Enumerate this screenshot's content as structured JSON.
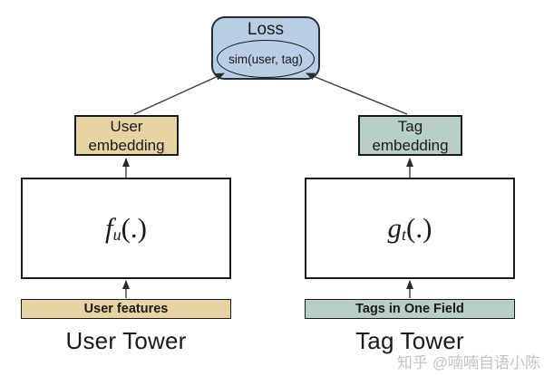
{
  "colors": {
    "loss_fill": "#b9cde4",
    "loss_border": "#242e38",
    "tan_fill": "#e8d3a3",
    "green_fill": "#b8cfc5",
    "box_border": "#1a1a1a",
    "line": "#3d3d3d",
    "watermark": "#c3c3c3"
  },
  "loss": {
    "title": "Loss",
    "sim_label": "sim(user, tag)"
  },
  "user_tower": {
    "embedding_label": "User\nembedding",
    "function": {
      "base": "f",
      "sub": "u",
      "args": "(.)"
    },
    "input_label": "User features",
    "tower_label": "User Tower"
  },
  "tag_tower": {
    "embedding_label": "Tag\nembedding",
    "function": {
      "base": "g",
      "sub": "t",
      "args": "(.)"
    },
    "input_label": "Tags in One Field",
    "tower_label": "Tag Tower"
  },
  "watermark": "知乎 @喃喃自语小陈"
}
